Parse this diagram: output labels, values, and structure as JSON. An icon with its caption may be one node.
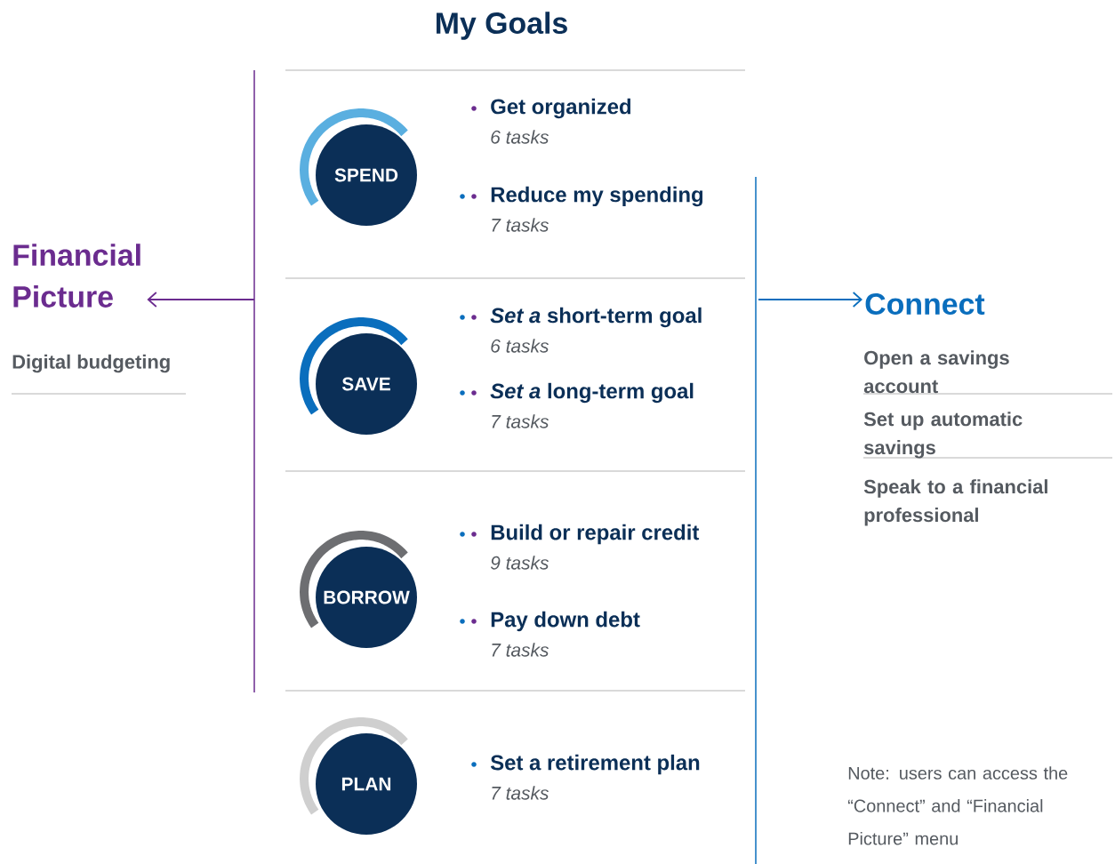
{
  "diagram": {
    "title": "My Goals",
    "nodes": [
      {
        "text": [
          "Financial Picture"
        ],
        "beside": [
          "Digital budgeting"
        ]
      },
      {
        "text": [
          "SPEND"
        ],
        "beside": [
          "Get organized",
          "6 tasks",
          "Reduce my spending",
          "7 tasks"
        ]
      },
      {
        "text": [
          "SAVE"
        ],
        "beside": [
          "*Set a* short-term goal",
          "6 tasks",
          "*Set a* long-term goal",
          "7 tasks"
        ]
      },
      {
        "text": [
          "BORROW"
        ],
        "beside": [
          "Build or repair credit",
          "9 tasks",
          "Pay down debt",
          "7 tasks"
        ]
      },
      {
        "text": [
          "PLAN"
        ],
        "beside": [
          "Set a retirement plan",
          "7 tasks"
        ]
      },
      {
        "text": [
          "Connect"
        ],
        "beside": [
          "Open a savings account",
          "Set up automatic savings",
          "Speak to a financial professional"
        ]
      }
    ],
    "edges": [
      {
        "from": null,
        "to": 0,
        "arrow": "to",
        "color": "#6b2c8f"
      },
      {
        "from": null,
        "to": 5,
        "arrow": "to",
        "color": "#0a6ebd"
      }
    ],
    "labels": [
      "Note: users can access the “Connect” and “Financial Picture” menu"
    ]
  }
}
